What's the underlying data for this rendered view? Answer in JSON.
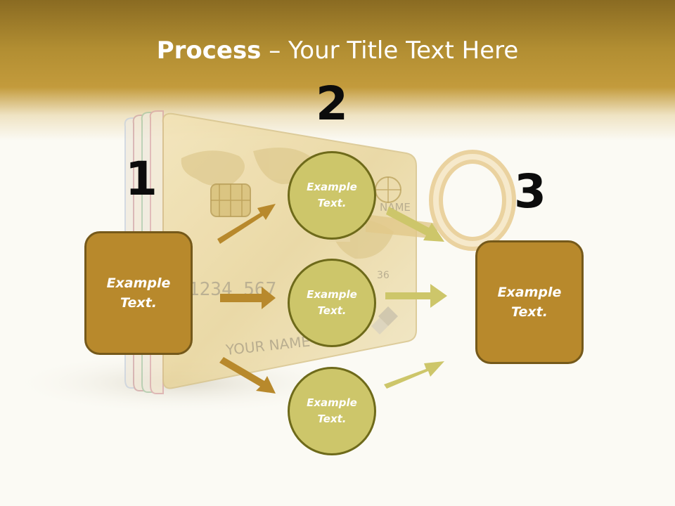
{
  "slide": {
    "title_bold": "Process",
    "title_rest": " – Your Title Text Here"
  },
  "numbers": {
    "n1": "1",
    "n2": "2",
    "n3": "3"
  },
  "boxes": {
    "left": "Example Text.",
    "right": "Example Text."
  },
  "circles": {
    "top": "Example Text.",
    "middle": "Example Text.",
    "bottom": "Example Text."
  },
  "card_text": {
    "number": "1234 567",
    "name": "YOUR NAME",
    "name_top": "NAME",
    "digits": "36"
  },
  "colors": {
    "header": "#b28e32",
    "box_fill": "#b8892c",
    "circle_fill": "#cdc66a",
    "left_arrow": "#b8892c",
    "right_arrow": "#cdc66a"
  }
}
